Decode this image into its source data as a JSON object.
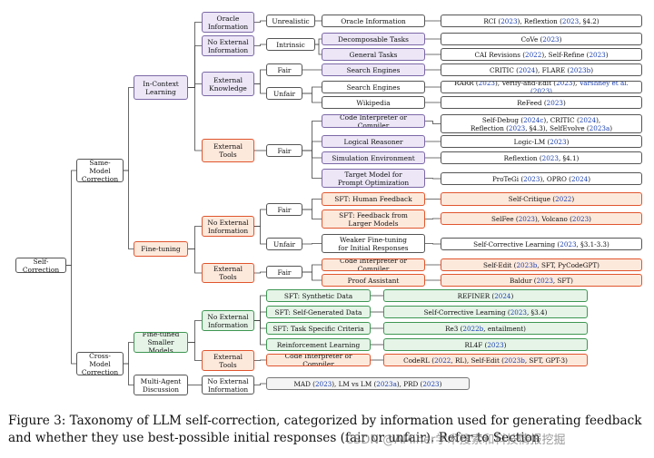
{
  "nodes": [
    {
      "id": "root",
      "label": "Self-Correction",
      "style": "white"
    },
    {
      "id": "smc",
      "label": "Same-Model\nCorrection",
      "style": "white"
    },
    {
      "id": "cmc",
      "label": "Cross-Model\nCorrection",
      "style": "white"
    },
    {
      "id": "icl",
      "label": "In-Context\nLearning",
      "style": "purple"
    },
    {
      "id": "ft",
      "label": "Fine-tuning",
      "style": "orange"
    },
    {
      "id": "oracle",
      "label": "Oracle\nInformation",
      "style": "purple"
    },
    {
      "id": "noext1",
      "label": "No External\nInformation",
      "style": "purple"
    },
    {
      "id": "extk",
      "label": "External\nKnowledge",
      "style": "purple"
    },
    {
      "id": "extt1",
      "label": "External\nTools",
      "style": "orange"
    },
    {
      "id": "unreal",
      "label": "Unrealistic",
      "style": "white"
    },
    {
      "id": "intr",
      "label": "Intrinsic",
      "style": "white"
    },
    {
      "id": "fair1",
      "label": "Fair",
      "style": "white"
    },
    {
      "id": "unfair1",
      "label": "Unfair",
      "style": "white"
    },
    {
      "id": "fair2",
      "label": "Fair",
      "style": "white"
    },
    {
      "id": "oi",
      "label": "Oracle Information",
      "style": "white"
    },
    {
      "id": "dt",
      "label": "Decomposable Tasks",
      "style": "purple"
    },
    {
      "id": "gt",
      "label": "General Tasks",
      "style": "purple"
    },
    {
      "id": "se1",
      "label": "Search Engines",
      "style": "purple"
    },
    {
      "id": "se2",
      "label": "Search Engines",
      "style": "white"
    },
    {
      "id": "wiki",
      "label": "Wikipedia",
      "style": "white"
    },
    {
      "id": "cic1",
      "label": "Code Interpreter or Compiler",
      "style": "purple"
    },
    {
      "id": "lr",
      "label": "Logical Reasoner",
      "style": "purple"
    },
    {
      "id": "sim",
      "label": "Simulation Environment",
      "style": "purple"
    },
    {
      "id": "tm",
      "label": "Target Model for\nPrompt Optimization",
      "style": "purple"
    },
    {
      "id": "noext2",
      "label": "No External\nInformation",
      "style": "orange"
    },
    {
      "id": "extt2",
      "label": "External\nTools",
      "style": "orange"
    },
    {
      "id": "fair3",
      "label": "Fair",
      "style": "white"
    },
    {
      "id": "unfair2",
      "label": "Unfair",
      "style": "white"
    },
    {
      "id": "fair4",
      "label": "Fair",
      "style": "white"
    },
    {
      "id": "sfthf",
      "label": "SFT: Human Feedback",
      "style": "orange"
    },
    {
      "id": "sftlm",
      "label": "SFT: Feedback from\nLarger Models",
      "style": "orange"
    },
    {
      "id": "weak",
      "label": "Weaker Fine-tuning\nfor Initial Responses",
      "style": "white"
    },
    {
      "id": "cic2",
      "label": "Code Interpreter or Compiler",
      "style": "orange"
    },
    {
      "id": "pa",
      "label": "Proof Assistant",
      "style": "orange"
    },
    {
      "id": "ftsm",
      "label": "Fine-tuned\nSmaller Models",
      "style": "green"
    },
    {
      "id": "mad",
      "label": "Multi-Agent\nDiscussion",
      "style": "white"
    },
    {
      "id": "noext3",
      "label": "No External\nInformation",
      "style": "green"
    },
    {
      "id": "extt3",
      "label": "External\nTools",
      "style": "orange"
    },
    {
      "id": "noext4",
      "label": "No External\nInformation",
      "style": "white"
    },
    {
      "id": "sftsd",
      "label": "SFT: Synthetic Data",
      "style": "green"
    },
    {
      "id": "sftsg",
      "label": "SFT: Self-Generated Data",
      "style": "green"
    },
    {
      "id": "sftts",
      "label": "SFT: Task Specific Criteria",
      "style": "green"
    },
    {
      "id": "rl",
      "label": "Reinforcement Learning",
      "style": "green"
    },
    {
      "id": "cic3",
      "label": "Code Interpreter or Compiler",
      "style": "orange"
    }
  ],
  "edges": [
    [
      "root",
      "smc"
    ],
    [
      "root",
      "cmc"
    ],
    [
      "smc",
      "icl"
    ],
    [
      "smc",
      "ft"
    ],
    [
      "icl",
      "oracle"
    ],
    [
      "icl",
      "noext1"
    ],
    [
      "icl",
      "extk"
    ],
    [
      "icl",
      "extt1"
    ],
    [
      "oracle",
      "unreal"
    ],
    [
      "unreal",
      "oi"
    ],
    [
      "oi",
      "r_oi"
    ],
    [
      "noext1",
      "intr"
    ],
    [
      "intr",
      "dt"
    ],
    [
      "intr",
      "gt"
    ],
    [
      "dt",
      "r_dt"
    ],
    [
      "gt",
      "r_gt"
    ],
    [
      "extk",
      "fair1"
    ],
    [
      "extk",
      "unfair1"
    ],
    [
      "fair1",
      "se1"
    ],
    [
      "se1",
      "r_se1"
    ],
    [
      "unfair1",
      "se2"
    ],
    [
      "unfair1",
      "wiki"
    ],
    [
      "se2",
      "r_se2"
    ],
    [
      "wiki",
      "r_wiki"
    ],
    [
      "extt1",
      "fair2"
    ],
    [
      "fair2",
      "cic1"
    ],
    [
      "fair2",
      "lr"
    ],
    [
      "fair2",
      "sim"
    ],
    [
      "fair2",
      "tm"
    ],
    [
      "cic1",
      "r_cic1"
    ],
    [
      "lr",
      "r_lr"
    ],
    [
      "sim",
      "r_sim"
    ],
    [
      "tm",
      "r_tm"
    ],
    [
      "ft",
      "noext2"
    ],
    [
      "ft",
      "extt2"
    ],
    [
      "noext2",
      "fair3"
    ],
    [
      "noext2",
      "unfair2"
    ],
    [
      "fair3",
      "sfthf"
    ],
    [
      "fair3",
      "sftlm"
    ],
    [
      "sfthf",
      "r_sfthf"
    ],
    [
      "sftlm",
      "r_sftlm"
    ],
    [
      "unfair2",
      "weak"
    ],
    [
      "weak",
      "r_weak"
    ],
    [
      "extt2",
      "fair4"
    ],
    [
      "fair4",
      "cic2"
    ],
    [
      "fair4",
      "pa"
    ],
    [
      "cic2",
      "r_cic2"
    ],
    [
      "pa",
      "r_pa"
    ],
    [
      "cmc",
      "ftsm"
    ],
    [
      "cmc",
      "mad"
    ],
    [
      "ftsm",
      "noext3"
    ],
    [
      "ftsm",
      "extt3"
    ],
    [
      "noext3",
      "sftsd"
    ],
    [
      "noext3",
      "sftsg"
    ],
    [
      "noext3",
      "sftts"
    ],
    [
      "noext3",
      "rl"
    ],
    [
      "sftsd",
      "r_sftsd"
    ],
    [
      "sftsg",
      "r_sftsg"
    ],
    [
      "sftts",
      "r_sftts"
    ],
    [
      "rl",
      "r_rl"
    ],
    [
      "extt3",
      "cic3"
    ],
    [
      "cic3",
      "r_cic3"
    ],
    [
      "mad",
      "noext4"
    ],
    [
      "noext4",
      "r_mad"
    ]
  ],
  "refs": [
    {
      "id": "r_oi",
      "style": "white",
      "lines": [
        [
          {
            "t": "RCI ("
          },
          {
            "t": "2023",
            "c": 1
          },
          {
            "t": "), Reflextion ("
          },
          {
            "t": "2023",
            "c": 1
          },
          {
            "t": ", §4.2)"
          }
        ]
      ]
    },
    {
      "id": "r_dt",
      "style": "white",
      "lines": [
        [
          {
            "t": "CoVe ("
          },
          {
            "t": "2023",
            "c": 1
          },
          {
            "t": ")"
          }
        ]
      ]
    },
    {
      "id": "r_gt",
      "style": "white",
      "lines": [
        [
          {
            "t": "CAI Revisions ("
          },
          {
            "t": "2022",
            "c": 1
          },
          {
            "t": "), Self-Refine ("
          },
          {
            "t": "2023",
            "c": 1
          },
          {
            "t": ")"
          }
        ]
      ]
    },
    {
      "id": "r_se1",
      "style": "white",
      "lines": [
        [
          {
            "t": "CRITIC ("
          },
          {
            "t": "2024",
            "c": 1
          },
          {
            "t": "), FLARE ("
          },
          {
            "t": "2023b",
            "c": 1
          },
          {
            "t": ")"
          }
        ]
      ]
    },
    {
      "id": "r_se2",
      "style": "white",
      "lines": [
        [
          {
            "t": "RARR ("
          },
          {
            "t": "2023",
            "c": 1
          },
          {
            "t": "), Verify-and-Edit ("
          },
          {
            "t": "2023",
            "c": 1
          },
          {
            "t": "), "
          },
          {
            "t": "Varshney et al. (2023)",
            "c": 1
          }
        ]
      ]
    },
    {
      "id": "r_wiki",
      "style": "white",
      "lines": [
        [
          {
            "t": "ReFeed ("
          },
          {
            "t": "2023",
            "c": 1
          },
          {
            "t": ")"
          }
        ]
      ]
    },
    {
      "id": "r_cic1",
      "style": "white",
      "lines": [
        [
          {
            "t": "Self-Debug ("
          },
          {
            "t": "2024c",
            "c": 1
          },
          {
            "t": "), CRITIC ("
          },
          {
            "t": "2024",
            "c": 1
          },
          {
            "t": "),"
          }
        ],
        [
          {
            "t": "Reflection ("
          },
          {
            "t": "2023",
            "c": 1
          },
          {
            "t": ", §4.3), SelfEvolve ("
          },
          {
            "t": "2023a",
            "c": 1
          },
          {
            "t": ")"
          }
        ]
      ]
    },
    {
      "id": "r_lr",
      "style": "white",
      "lines": [
        [
          {
            "t": "Logic-LM ("
          },
          {
            "t": "2023",
            "c": 1
          },
          {
            "t": ")"
          }
        ]
      ]
    },
    {
      "id": "r_sim",
      "style": "white",
      "lines": [
        [
          {
            "t": "Reflextion ("
          },
          {
            "t": "2023",
            "c": 1
          },
          {
            "t": ", §4.1)"
          }
        ]
      ]
    },
    {
      "id": "r_tm",
      "style": "white",
      "lines": [
        [
          {
            "t": "ProTeGi ("
          },
          {
            "t": "2023",
            "c": 1
          },
          {
            "t": "), OPRO ("
          },
          {
            "t": "2024",
            "c": 1
          },
          {
            "t": ")"
          }
        ]
      ]
    },
    {
      "id": "r_sfthf",
      "style": "orange",
      "lines": [
        [
          {
            "t": "Self-Critique ("
          },
          {
            "t": "2022",
            "c": 1
          },
          {
            "t": ")"
          }
        ]
      ]
    },
    {
      "id": "r_sftlm",
      "style": "orange",
      "lines": [
        [
          {
            "t": "SelFee ("
          },
          {
            "t": "2023",
            "c": 1
          },
          {
            "t": "), Volcano ("
          },
          {
            "t": "2023",
            "c": 1
          },
          {
            "t": ")"
          }
        ]
      ]
    },
    {
      "id": "r_weak",
      "style": "white",
      "lines": [
        [
          {
            "t": "Self-Corrective Learning ("
          },
          {
            "t": "2023",
            "c": 1
          },
          {
            "t": ", §3.1-3.3)"
          }
        ]
      ]
    },
    {
      "id": "r_cic2",
      "style": "orange",
      "lines": [
        [
          {
            "t": "Self-Edit ("
          },
          {
            "t": "2023b",
            "c": 1
          },
          {
            "t": ", SFT, PyCodeGPT)"
          }
        ]
      ]
    },
    {
      "id": "r_pa",
      "style": "orange",
      "lines": [
        [
          {
            "t": "Baldur ("
          },
          {
            "t": "2023",
            "c": 1
          },
          {
            "t": ", SFT)"
          }
        ]
      ]
    },
    {
      "id": "r_sftsd",
      "style": "green",
      "lines": [
        [
          {
            "t": "REFINER ("
          },
          {
            "t": "2024",
            "c": 1
          },
          {
            "t": ")"
          }
        ]
      ]
    },
    {
      "id": "r_sftsg",
      "style": "green",
      "lines": [
        [
          {
            "t": "Self-Corrective Learning ("
          },
          {
            "t": "2023",
            "c": 1
          },
          {
            "t": ", §3.4)"
          }
        ]
      ]
    },
    {
      "id": "r_sftts",
      "style": "green",
      "lines": [
        [
          {
            "t": "Re3 ("
          },
          {
            "t": "2022b",
            "c": 1
          },
          {
            "t": ", entailment)"
          }
        ]
      ]
    },
    {
      "id": "r_rl",
      "style": "green",
      "lines": [
        [
          {
            "t": "RL4F ("
          },
          {
            "t": "2023",
            "c": 1
          },
          {
            "t": ")"
          }
        ]
      ]
    },
    {
      "id": "r_cic3",
      "style": "orange",
      "lines": [
        [
          {
            "t": "CodeRL ("
          },
          {
            "t": "2022",
            "c": 1
          },
          {
            "t": ", RL), Self-Edit ("
          },
          {
            "t": "2023b",
            "c": 1
          },
          {
            "t": ", SFT, GPT-3)"
          }
        ]
      ]
    },
    {
      "id": "r_mad",
      "style": "gray",
      "lines": [
        [
          {
            "t": "MAD ("
          },
          {
            "t": "2023",
            "c": 1
          },
          {
            "t": "), LM vs LM ("
          },
          {
            "t": "2023a",
            "c": 1
          },
          {
            "t": "), PRD ("
          },
          {
            "t": "2023",
            "c": 1
          },
          {
            "t": ")"
          }
        ]
      ]
    }
  ],
  "caption": "Figure 3: Taxonomy of LLM self-correction, categorized by information used for generating feedback and whether they use best-possible initial responses (fair or unfair). Refer to Section",
  "watermark": "CSDN @AMiner学术搜索和科技情报挖掘",
  "colors": {
    "purple": "#7b68a6",
    "orange": "#e0552e",
    "green": "#3e9652",
    "citation": "#1a3fb0"
  }
}
